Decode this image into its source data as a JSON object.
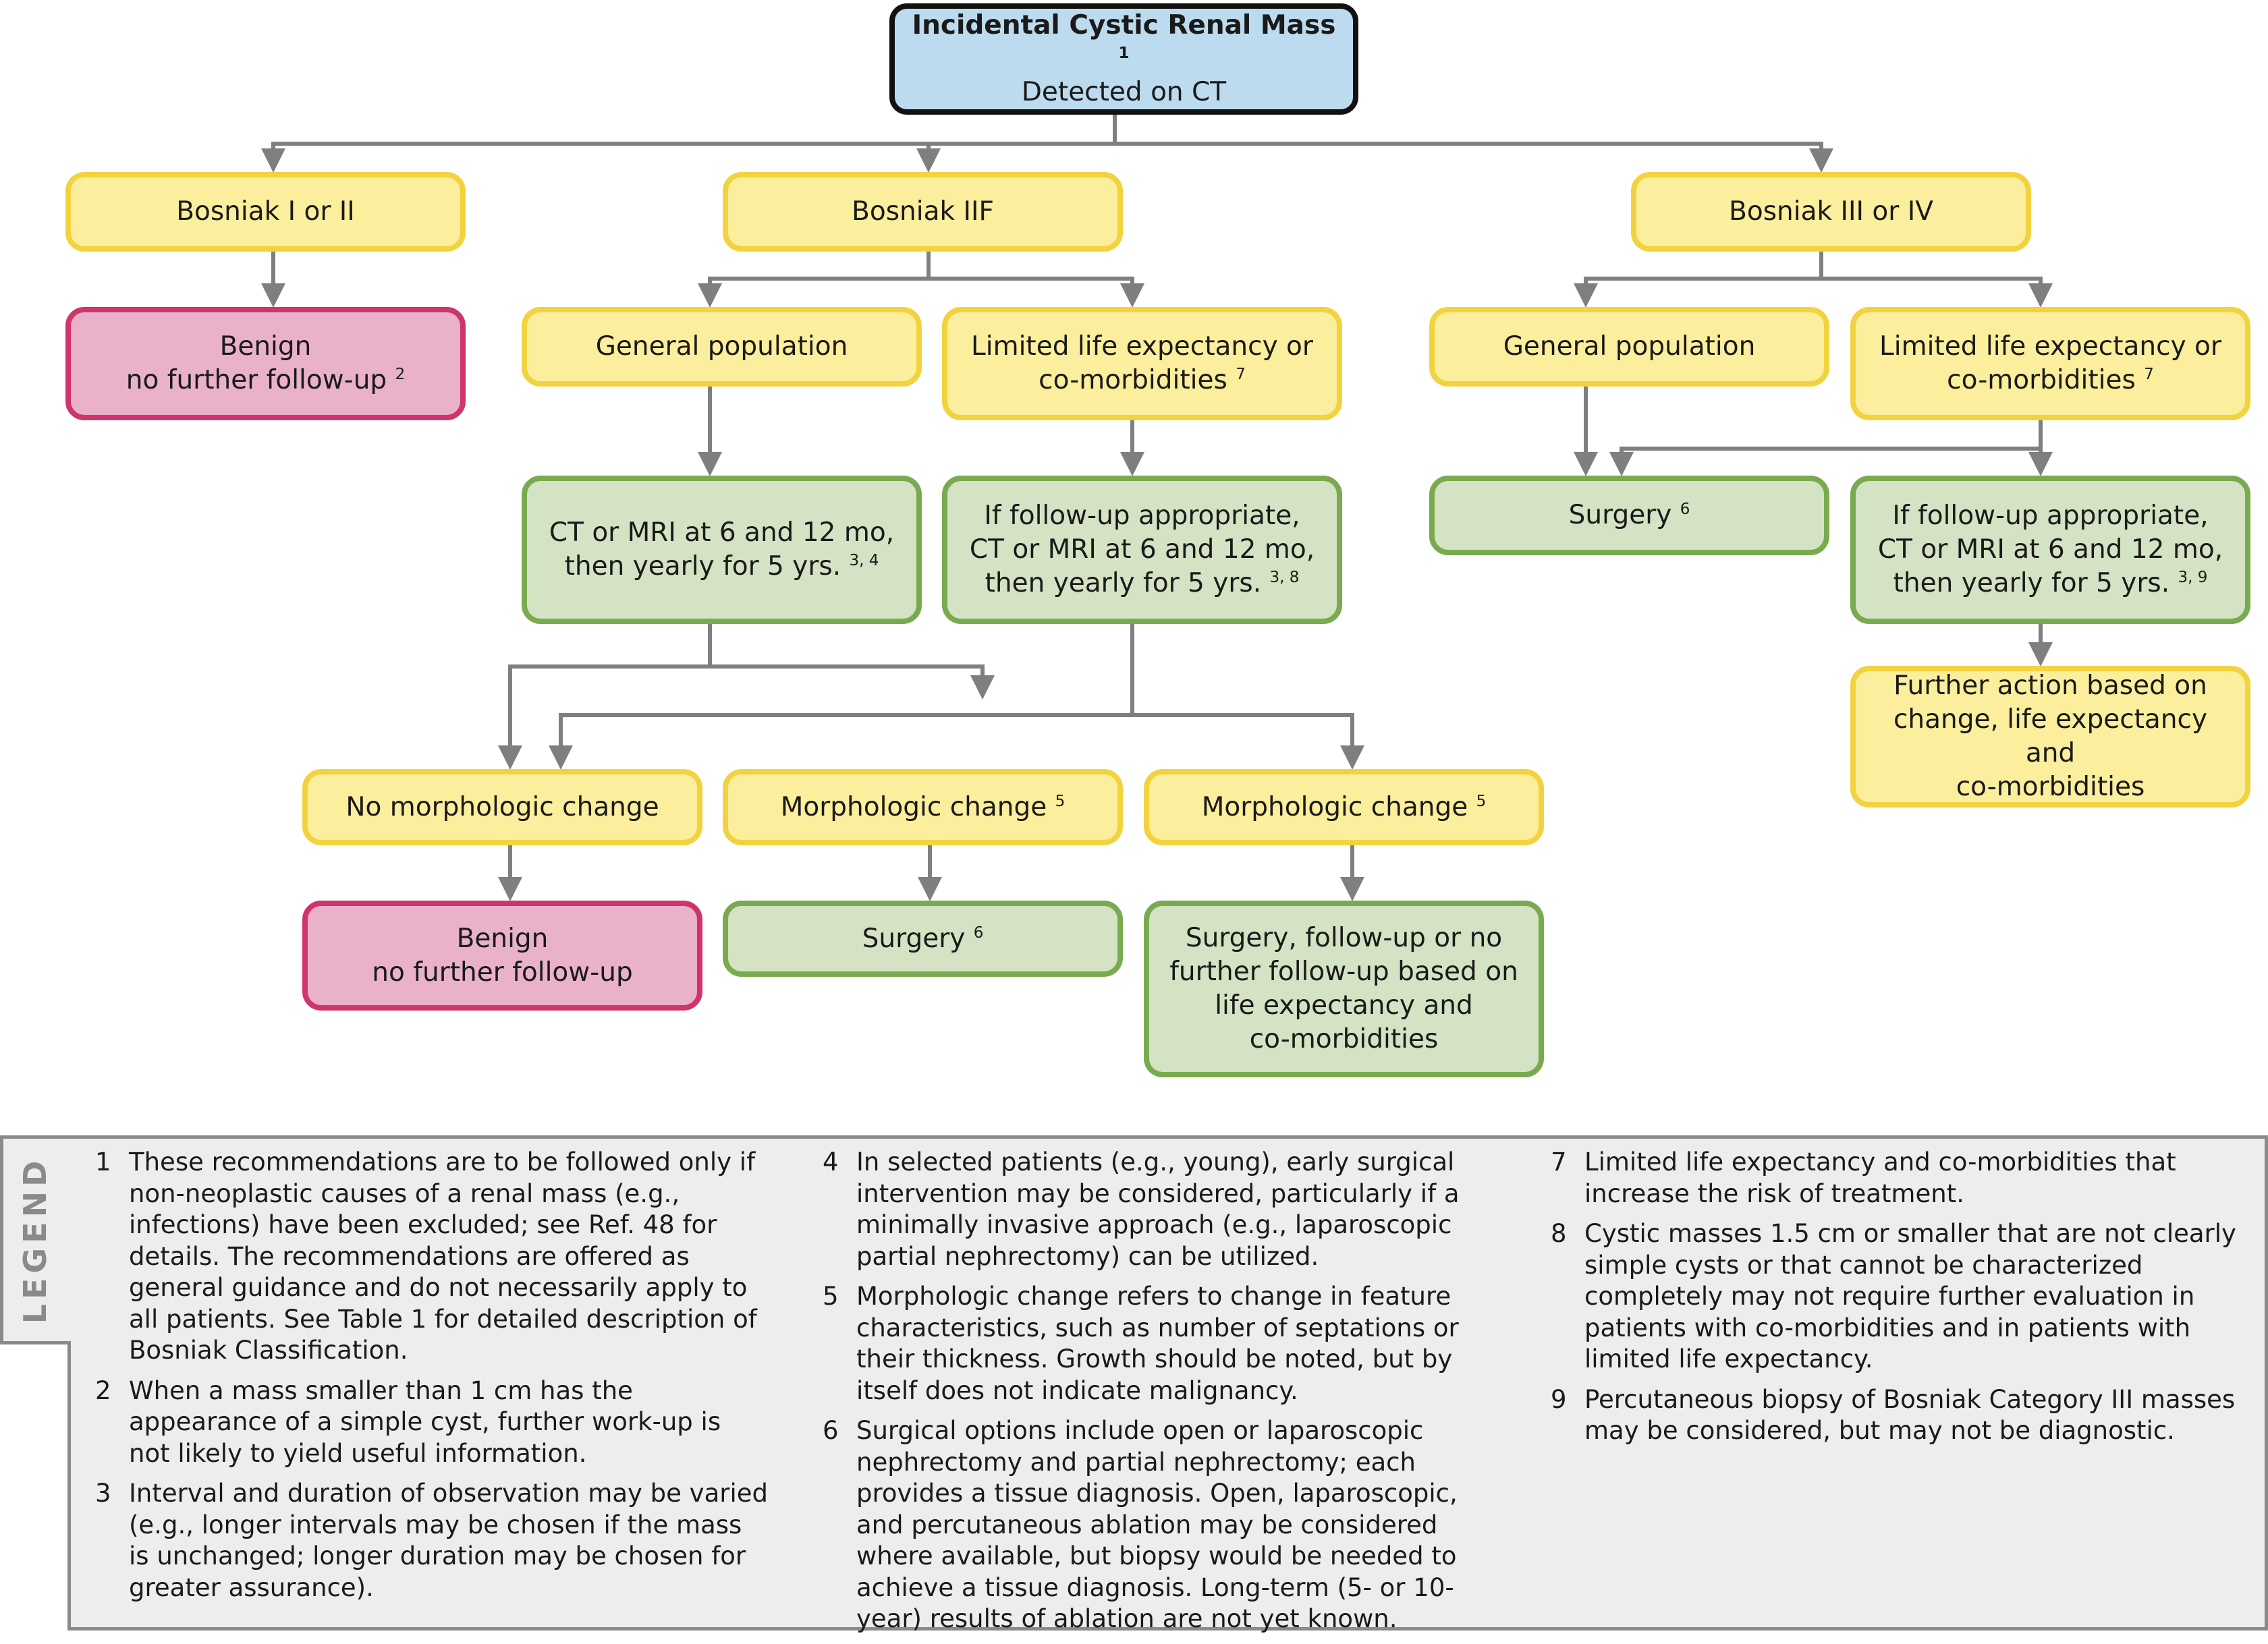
{
  "diagram": {
    "root": {
      "title": "Incidental Cystic Renal Mass",
      "title_sup": "1",
      "subtitle": "Detected on CT"
    },
    "bosniak_1_2": {
      "label": "Bosniak I or II"
    },
    "benign_1": {
      "line1": "Benign",
      "line2": "no further follow-up",
      "sup": "2"
    },
    "bosniak_2f": {
      "label": "Bosniak IIF"
    },
    "b2f_general": {
      "label": "General population"
    },
    "b2f_limited": {
      "line1": "Limited life expectancy or",
      "line2": "co-morbidities",
      "sup": "7"
    },
    "b2f_ct_general": {
      "line1": "CT or MRI at 6 and 12 mo,",
      "line2": "then yearly for 5 yrs.",
      "sup": "3, 4"
    },
    "b2f_ct_limited": {
      "line1": "If follow-up appropriate,",
      "line2": "CT or MRI at 6 and 12 mo,",
      "line3": "then yearly for 5 yrs.",
      "sup": "3, 8"
    },
    "no_morph_change": {
      "label": "No morphologic change"
    },
    "morph_change_1": {
      "label": "Morphologic change",
      "sup": "5"
    },
    "morph_change_2": {
      "label": "Morphologic change",
      "sup": "5"
    },
    "benign_2": {
      "line1": "Benign",
      "line2": "no further follow-up"
    },
    "surgery_1": {
      "label": "Surgery",
      "sup": "6"
    },
    "surgery_followup": {
      "line1": "Surgery, follow-up or no",
      "line2": "further follow-up based on",
      "line3": "life expectancy and",
      "line4": "co-morbidities"
    },
    "bosniak_3_4": {
      "label": "Bosniak III or IV"
    },
    "b34_general": {
      "label": "General population"
    },
    "b34_limited": {
      "line1": "Limited life expectancy or",
      "line2": "co-morbidities",
      "sup": "7"
    },
    "surgery_2": {
      "label": "Surgery",
      "sup": "6"
    },
    "b34_ct_limited": {
      "line1": "If follow-up appropriate,",
      "line2": "CT or MRI at 6 and 12 mo,",
      "line3": "then yearly for 5 yrs.",
      "sup": "3, 9"
    },
    "further_action": {
      "line1": "Further action based on",
      "line2": "change, life expectancy and",
      "line3": "co-morbidities"
    }
  },
  "legend": {
    "label": "LEGEND",
    "notes": [
      {
        "num": "1",
        "text": "These recommendations are to be followed only if non-neoplastic causes of a renal mass (e.g., infections) have been excluded; see Ref. 48 for details. The recommendations are offered as general guidance and do not necessarily apply to all patients. See Table 1 for detailed description of Bosniak Classification."
      },
      {
        "num": "2",
        "text": "When a mass smaller than 1 cm has the appearance of a simple cyst, further work-up is not likely to yield useful information."
      },
      {
        "num": "3",
        "text": "Interval and duration of observation may be varied (e.g., longer intervals may be chosen if the mass is unchanged; longer duration may be chosen for greater assurance)."
      },
      {
        "num": "4",
        "text": "In selected patients (e.g., young), early surgical intervention may be considered, particularly if a minimally invasive approach (e.g., laparoscopic partial nephrectomy) can be utilized."
      },
      {
        "num": "5",
        "text": "Morphologic change refers to change in feature characteristics, such as number of septations or their thickness. Growth should be noted, but by itself does not indicate malignancy."
      },
      {
        "num": "6",
        "text": "Surgical options include open or laparoscopic nephrectomy and partial nephrectomy; each provides a tissue diagnosis. Open, laparoscopic, and percutaneous ablation may be considered where available, but biopsy would be needed to achieve a tissue diagnosis. Long-term (5- or 10-year) results of ablation are not yet known."
      },
      {
        "num": "7",
        "text": "Limited life expectancy and co-morbidities that increase the risk of treatment."
      },
      {
        "num": "8",
        "text": "Cystic masses 1.5 cm or smaller that are not clearly simple cysts or that cannot be characterized completely may not require further evaluation in patients with co-morbidities and in patients with limited life expectancy."
      },
      {
        "num": "9",
        "text": "Percutaneous biopsy of Bosniak Category III masses may be considered, but may not be diagnostic."
      }
    ]
  },
  "colors": {
    "yellow_fill": "#fbee9c",
    "yellow_border": "#f2d33f",
    "pink_fill": "#eab1cb",
    "pink_border": "#d0346c",
    "green_fill": "#d4e3c3",
    "green_border": "#7aaa50",
    "blue_fill": "#bddbef",
    "connector": "#7f7f7f"
  }
}
